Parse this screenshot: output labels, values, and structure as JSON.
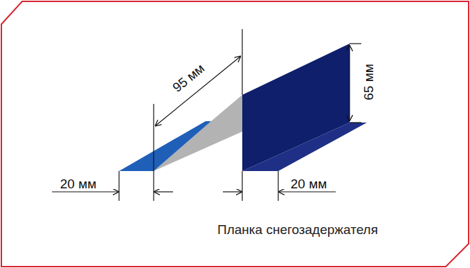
{
  "diagram": {
    "caption": "Планка снегозадержателя",
    "labels": [
      "95 мм",
      "65 мм",
      "20 мм",
      "20 мм"
    ]
  }
}
